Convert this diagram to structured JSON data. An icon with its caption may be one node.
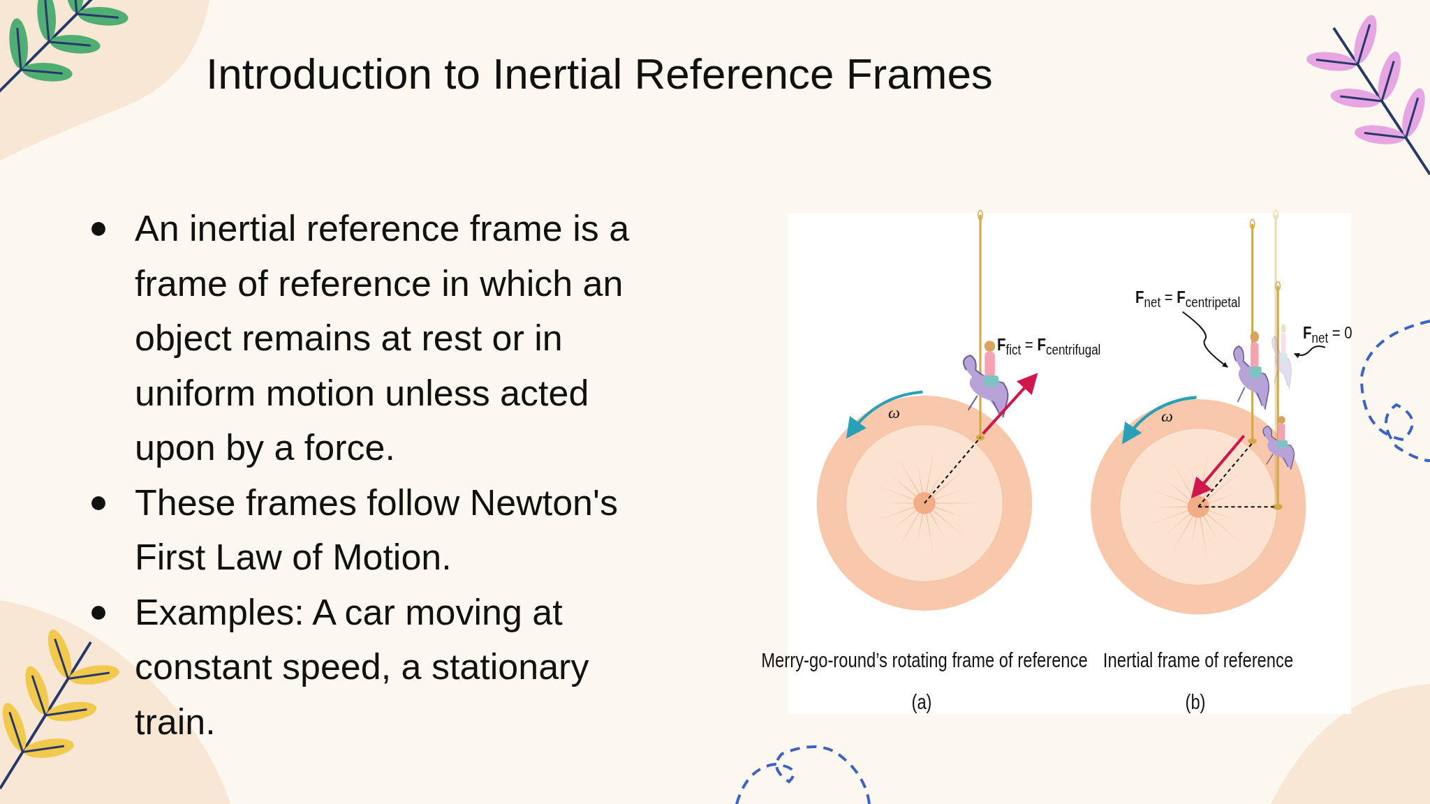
{
  "diagram": {
    "title": "Introduction to Inertial Reference Frames",
    "nodes": [
      {
        "text": [
          "**F**$_{net}$ = **F**$_{centripetal}$"
        ]
      },
      {
        "text": [],
        "shape": "picture"
      },
      {
        "text": [
          "**F**$_{net}$ = 0"
        ]
      },
      {
        "text": [],
        "shape": "picture"
      }
    ],
    "edges": [
      {
        "from": 0,
        "to": 1,
        "arrow": "to"
      },
      {
        "from": 2,
        "to": 3,
        "arrow": "to"
      }
    ],
    "labels": [
      "An inertial reference frame is a frame of reference in which an object remains at rest or in uniform motion unless acted upon by a force.",
      "These frames follow Newton's First Law of Motion.",
      "Examples: A car moving at constant speed, a stationary train.",
      "ω",
      "**F**$_{fict}$ = **F**$_{centrifugal}$",
      "ω",
      "Merry-go-round’s rotating frame of reference",
      "(a)",
      "Inertial frame of reference",
      "(b)"
    ]
  }
}
